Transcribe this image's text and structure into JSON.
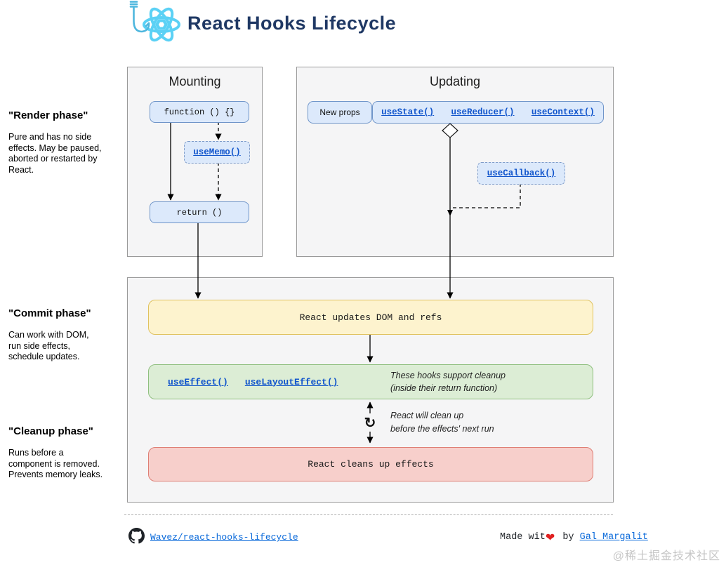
{
  "header": {
    "title": "React Hooks Lifecycle",
    "logo_icon": "react-atom-on-fishing-hook"
  },
  "phases": [
    {
      "title": "\"Render phase\"",
      "description": "Pure and has no side\neffects. May be paused,\naborted or restarted by\nReact."
    },
    {
      "title": "\"Commit phase\"",
      "description": "Can work with DOM,\nrun side effects,\nschedule updates."
    },
    {
      "title": "\"Cleanup phase\"",
      "description": "Runs before a\ncomponent is removed.\nPrevents memory leaks."
    }
  ],
  "mounting": {
    "title": "Mounting",
    "function_label": "function () {}",
    "usememo_link": "useMemo()",
    "return_label": "return ()"
  },
  "updating": {
    "title": "Updating",
    "new_props_label": "New props",
    "hooks": [
      "useState()",
      "useReducer()",
      "useContext()"
    ],
    "usecallback_link": "useCallback()"
  },
  "commit_flow": {
    "update_dom_label": "React updates DOM and refs",
    "effect_links": [
      "useEffect()",
      "useLayoutEffect()"
    ],
    "effects_note": "These hooks support cleanup\n(inside their return function)",
    "loop_icon": "refresh-cycle",
    "loop_icon_glyph": "↻",
    "loop_note": "React will clean up\nbefore the effects' next run",
    "cleanup_label": "React cleans up effects"
  },
  "footer": {
    "github_icon": "github-octocat",
    "repo_link": "Wavez/react-hooks-lifecycle",
    "made_prefix": "Made wit",
    "heart_icon": "❤",
    "made_by": " by ",
    "author_link": "Gal Margalit",
    "watermark": "@稀土掘金技术社区"
  },
  "colors": {
    "title-navy": "#1f3864",
    "link-blue": "#1155cc",
    "footer-link-blue": "#0969da",
    "panel-bg": "#f5f5f6",
    "panel-border": "#9a9a9a",
    "node-blue-fill": "#dce9fb",
    "node-blue-border": "#6f95c9",
    "node-dashed-border": "#7f9cc9",
    "yellow-fill": "#fdf3ce",
    "yellow-border": "#e0c25f",
    "green-fill": "#dcedd5",
    "green-border": "#8fbf7f",
    "red-fill": "#f7cfcb",
    "red-border": "#de7e74",
    "react-blue": "#5bd1f5",
    "heart-red": "#e02020",
    "watermark-gray": "#c6c6c6"
  }
}
